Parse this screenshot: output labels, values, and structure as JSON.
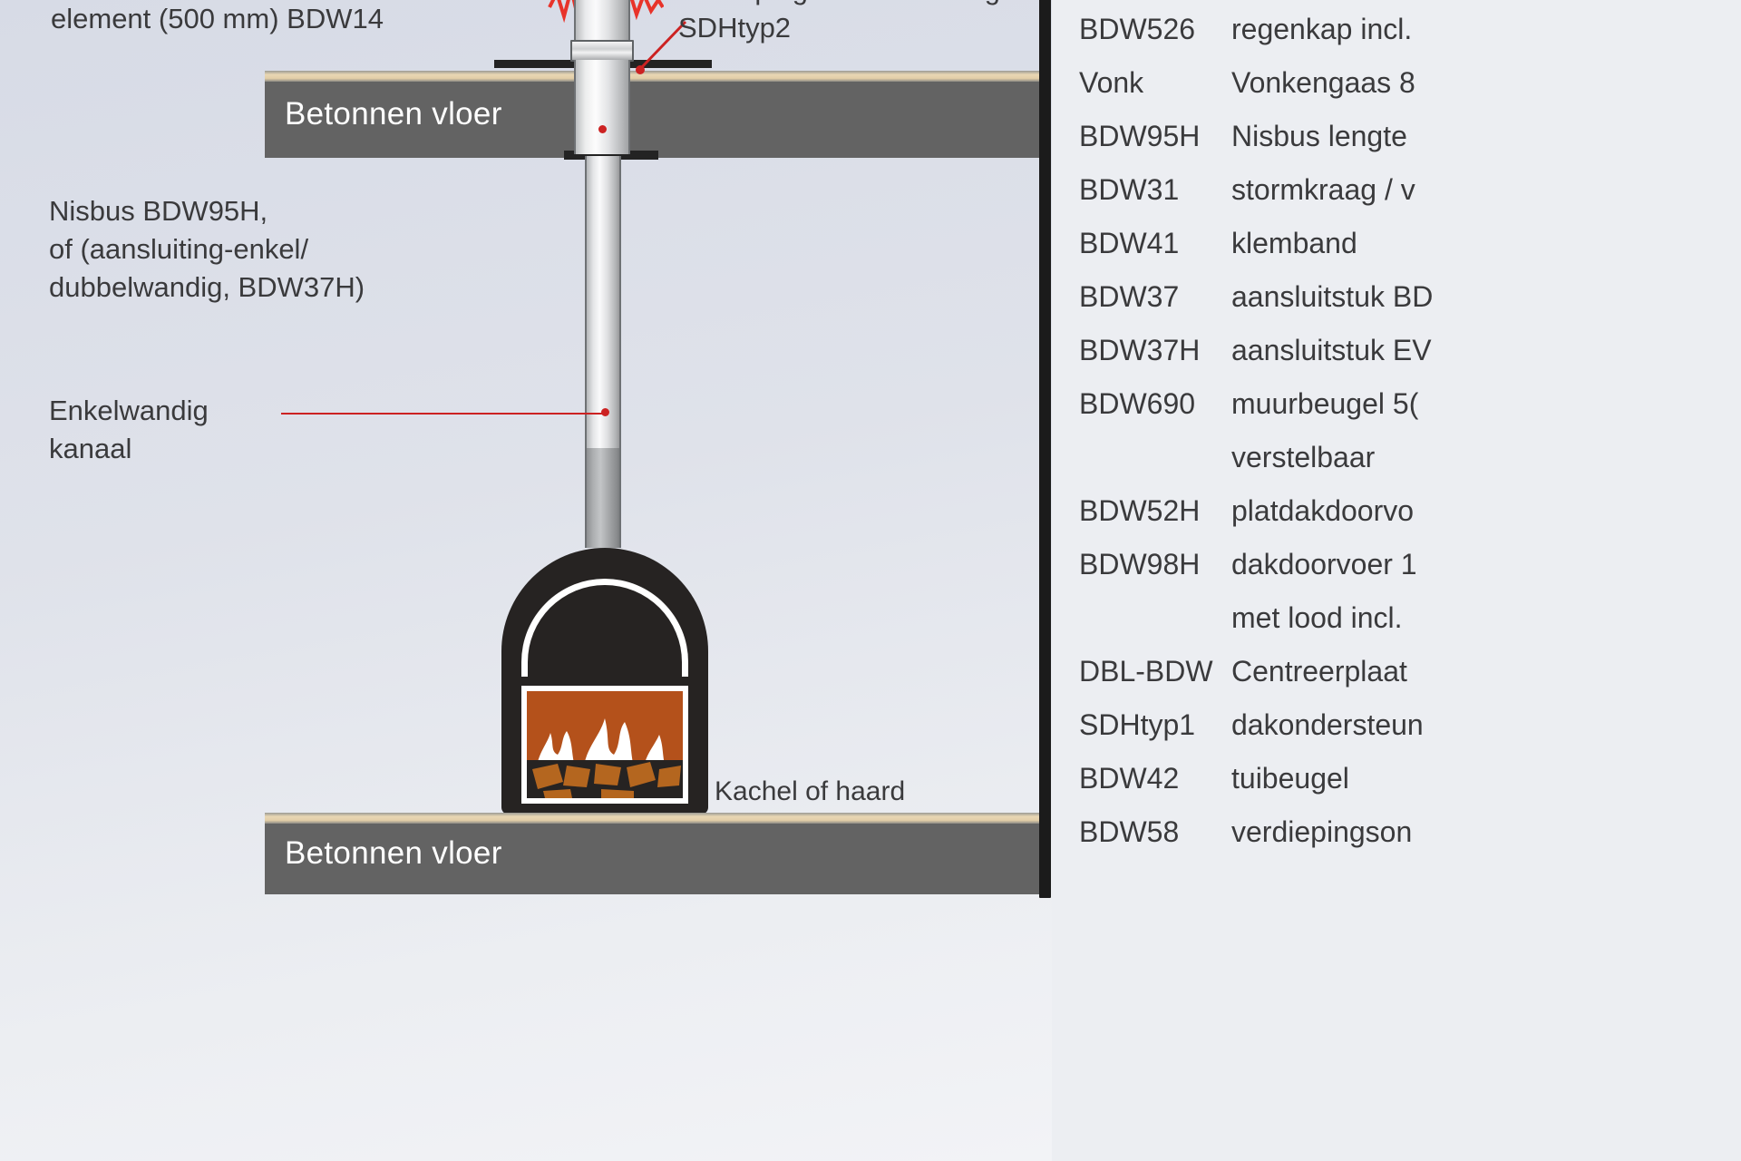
{
  "diagram": {
    "labels": {
      "element_top": "element (500 mm) BDW14",
      "verdieping_support": "verdiepingsondersteuning",
      "sdhtyp2": "SDHtyp2",
      "nisbus": "Nisbus BDW95H,\nof (aansluiting-enkel/\ndubbelwandig, BDW37H)",
      "enkelwandig": "Enkelwandig\nkanaal",
      "kachel": "Kachel of haard"
    },
    "floors": {
      "upper_label": "Betonnen vloer",
      "lower_label": "Betonnen vloer"
    },
    "colors": {
      "background": "#eceef2",
      "concrete": "#636363",
      "screed": "#e3cfa8",
      "leader_red": "#cc2222",
      "flame_orange": "#b4511b",
      "stove_black": "#262322",
      "pipe_light": "#fafafb",
      "divider": "#1b1b1b"
    }
  },
  "legend": {
    "rows": [
      {
        "code": "BDW526",
        "desc": "regenkap incl."
      },
      {
        "code": "Vonk",
        "desc": "Vonkengaas 8"
      },
      {
        "code": "BDW95H",
        "desc": "Nisbus lengte"
      },
      {
        "code": "BDW31",
        "desc": "stormkraag / v"
      },
      {
        "code": "BDW41",
        "desc": "klemband"
      },
      {
        "code": "BDW37",
        "desc": "aansluitstuk BD"
      },
      {
        "code": "BDW37H",
        "desc": "aansluitstuk EV"
      },
      {
        "code": "BDW690",
        "desc": "muurbeugel 5("
      },
      {
        "code": "",
        "desc": "verstelbaar"
      },
      {
        "code": "BDW52H",
        "desc": "platdakdoorvo"
      },
      {
        "code": "BDW98H",
        "desc": "dakdoorvoer 1"
      },
      {
        "code": "",
        "desc": "met lood incl."
      },
      {
        "code": "DBL-BDW",
        "desc": "Centreerplaat"
      },
      {
        "code": "SDHtyp1",
        "desc": "dakondersteun"
      },
      {
        "code": "BDW42",
        "desc": "tuibeugel"
      },
      {
        "code": "BDW58",
        "desc": "verdiepingson"
      }
    ]
  }
}
